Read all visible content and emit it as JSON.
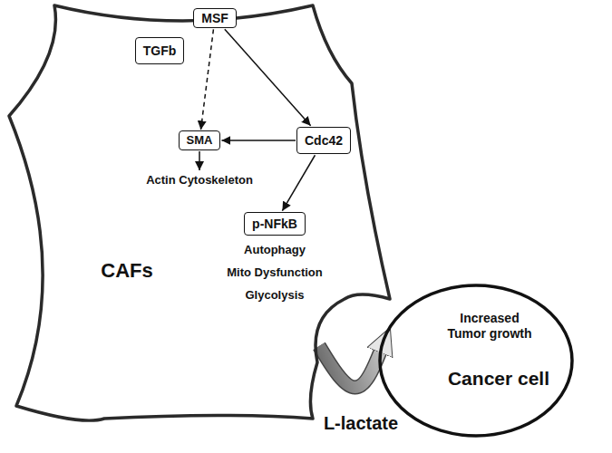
{
  "diagram": {
    "nodes": [
      {
        "text": [
          "CAFs"
        ]
      },
      {
        "text": [
          "MSF"
        ],
        "in": 0
      },
      {
        "text": [
          "TGFb"
        ],
        "in": 0
      },
      {
        "text": [
          "SMA"
        ],
        "in": 0
      },
      {
        "text": [
          "Cdc42"
        ],
        "in": 0
      },
      {
        "text": [
          "p-NFkB"
        ],
        "in": 0
      },
      {
        "text": [
          "Increased Tumor growth",
          "Cancer cell"
        ]
      }
    ],
    "edges": [
      {
        "from": 1,
        "to": 3,
        "arrow": "to"
      },
      {
        "from": 1,
        "to": 4,
        "arrow": "to"
      },
      {
        "from": 4,
        "to": 3,
        "arrow": "to"
      },
      {
        "from": 4,
        "to": 5,
        "arrow": "to"
      },
      {
        "from": 0,
        "to": 6,
        "arrow": "to"
      }
    ],
    "labels": [
      "Actin Cytoskeleton",
      "Autophagy",
      "Mito Dysfunction",
      "Glycolysis",
      "L-lactate"
    ]
  }
}
